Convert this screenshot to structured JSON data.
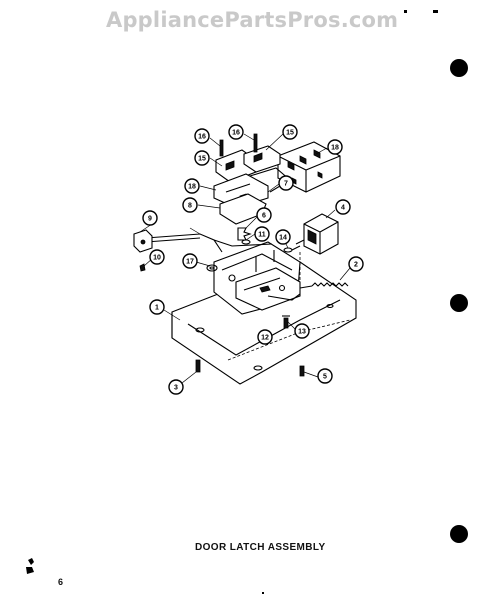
{
  "watermark": "AppliancePartsPros.com",
  "caption": "DOOR LATCH ASSEMBLY",
  "page_number": "6",
  "callouts": [
    {
      "id": "c16a",
      "label": "16"
    },
    {
      "id": "c16b",
      "label": "16"
    },
    {
      "id": "c15a",
      "label": "15"
    },
    {
      "id": "c15b",
      "label": "15"
    },
    {
      "id": "c18a",
      "label": "18"
    },
    {
      "id": "c18b",
      "label": "18"
    },
    {
      "id": "c7",
      "label": "7"
    },
    {
      "id": "c8",
      "label": "8"
    },
    {
      "id": "c9",
      "label": "9"
    },
    {
      "id": "c6",
      "label": "6"
    },
    {
      "id": "c11",
      "label": "11"
    },
    {
      "id": "c4",
      "label": "4"
    },
    {
      "id": "c14",
      "label": "14"
    },
    {
      "id": "c10",
      "label": "10"
    },
    {
      "id": "c17",
      "label": "17"
    },
    {
      "id": "c2",
      "label": "2"
    },
    {
      "id": "c1",
      "label": "1"
    },
    {
      "id": "c12",
      "label": "12"
    },
    {
      "id": "c13",
      "label": "13"
    },
    {
      "id": "c3",
      "label": "3"
    },
    {
      "id": "c5",
      "label": "5"
    }
  ]
}
